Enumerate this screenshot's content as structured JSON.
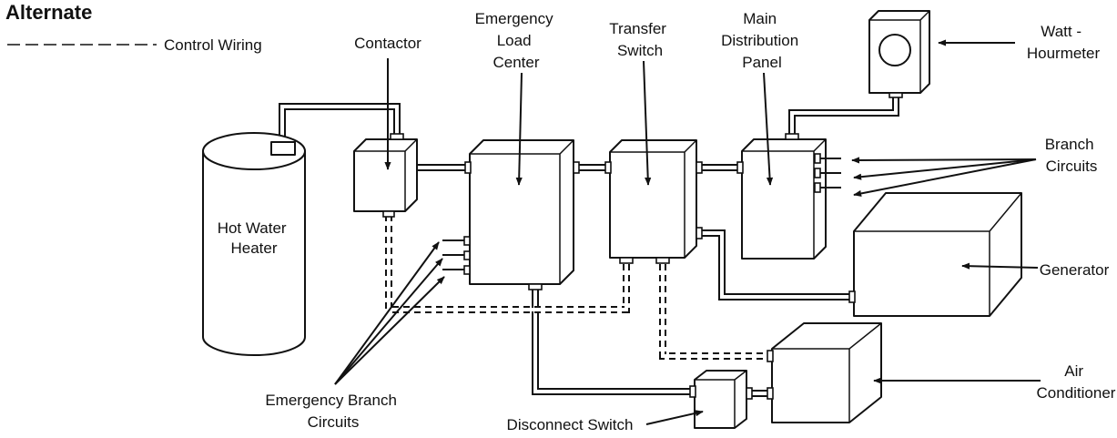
{
  "title": "Alternate",
  "legend": {
    "label": "Control Wiring"
  },
  "components": {
    "hot_water_heater": [
      "Hot Water",
      "Heater"
    ],
    "contactor": [
      "Contactor"
    ],
    "emergency_load_center": [
      "Emergency",
      "Load",
      "Center"
    ],
    "transfer_switch": [
      "Transfer",
      "Switch"
    ],
    "main_distribution_panel": [
      "Main",
      "Distribution",
      "Panel"
    ],
    "watt_hourmeter": [
      "Watt -",
      "Hourmeter"
    ],
    "branch_circuits": [
      "Branch",
      "Circuits"
    ],
    "generator": [
      "Generator"
    ],
    "air_conditioner": [
      "Air",
      "Conditioner"
    ],
    "emergency_branch_circuits": [
      "Emergency Branch",
      "Circuits"
    ],
    "disconnect_switch": [
      "Disconnect Switch"
    ]
  },
  "colors": {
    "line": "#111111",
    "background": "#ffffff"
  }
}
